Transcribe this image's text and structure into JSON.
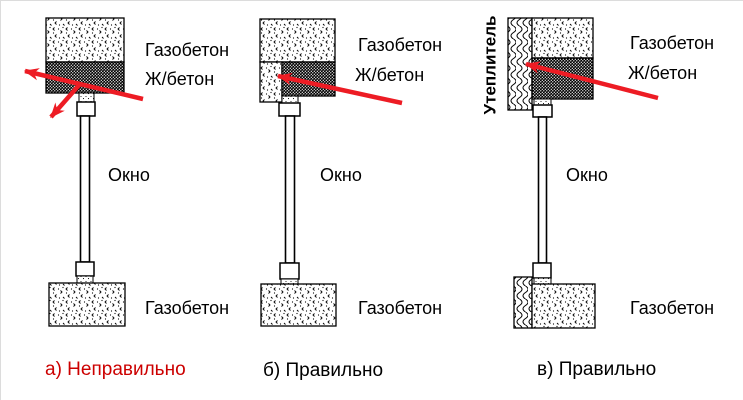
{
  "diagram": {
    "subject": "window-lintel-installation-options",
    "labels": {
      "gazobeton": "Газобетон",
      "zhbeton": "Ж/бетон",
      "okno": "Окно",
      "uteplitel": "Утеплитель"
    },
    "captions": {
      "a": "а) Неправильно",
      "b": "б) Правильно",
      "c": "в) Правильно"
    },
    "colors": {
      "arrow": "#ed1c24",
      "wrong_caption": "#cc0000",
      "outline": "#000000",
      "background": "#ffffff"
    }
  }
}
